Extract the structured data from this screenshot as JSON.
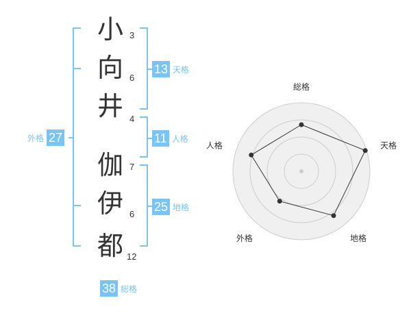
{
  "characters": [
    {
      "glyph": "小",
      "strokes": "3"
    },
    {
      "glyph": "向",
      "strokes": "6"
    },
    {
      "glyph": "井",
      "strokes": "4"
    },
    {
      "glyph": "伽",
      "strokes": "7"
    },
    {
      "glyph": "伊",
      "strokes": "6"
    },
    {
      "glyph": "都",
      "strokes": "12"
    }
  ],
  "badges": {
    "tenkaku": {
      "value": "13",
      "label": "天格"
    },
    "jinkaku": {
      "value": "11",
      "label": "人格"
    },
    "chikaku": {
      "value": "25",
      "label": "地格"
    },
    "gaikaku": {
      "value": "27",
      "label": "外格"
    },
    "soukaku": {
      "value": "38",
      "label": "総格"
    }
  },
  "colors": {
    "accent": "#78c4f6",
    "text": "#333333",
    "radar_fill": "#f0f0f0",
    "ring": "#cccccc"
  },
  "chart_data": {
    "type": "radar",
    "axes": [
      "総格",
      "天格",
      "地格",
      "外格",
      "人格"
    ],
    "values": [
      0.68,
      0.98,
      0.8,
      0.54,
      0.77
    ],
    "max": 1,
    "rings": 4
  }
}
